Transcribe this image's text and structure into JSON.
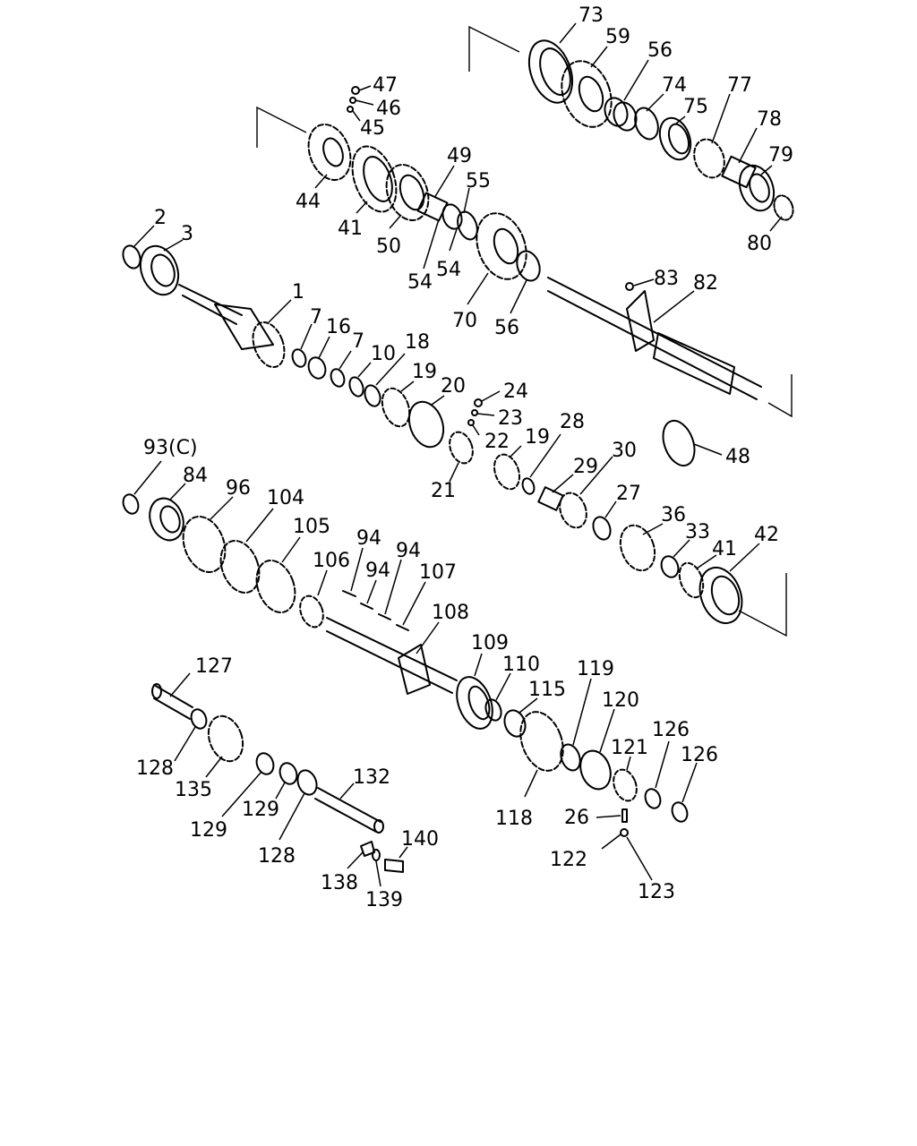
{
  "callouts": [
    {
      "id": "c73",
      "text": "73"
    },
    {
      "id": "c59",
      "text": "59"
    },
    {
      "id": "c56a",
      "text": "56"
    },
    {
      "id": "c74",
      "text": "74"
    },
    {
      "id": "c75",
      "text": "75"
    },
    {
      "id": "c77",
      "text": "77"
    },
    {
      "id": "c78",
      "text": "78"
    },
    {
      "id": "c79",
      "text": "79"
    },
    {
      "id": "c80",
      "text": "80"
    },
    {
      "id": "c47",
      "text": "47"
    },
    {
      "id": "c46",
      "text": "46"
    },
    {
      "id": "c45",
      "text": "45"
    },
    {
      "id": "c44",
      "text": "44"
    },
    {
      "id": "c41a",
      "text": "41"
    },
    {
      "id": "c50",
      "text": "50"
    },
    {
      "id": "c49",
      "text": "49"
    },
    {
      "id": "c55",
      "text": "55"
    },
    {
      "id": "c54a",
      "text": "54"
    },
    {
      "id": "c54b",
      "text": "54"
    },
    {
      "id": "c70",
      "text": "70"
    },
    {
      "id": "c56b",
      "text": "56"
    },
    {
      "id": "c2",
      "text": "2"
    },
    {
      "id": "c3",
      "text": "3"
    },
    {
      "id": "c1",
      "text": "1"
    },
    {
      "id": "c7a",
      "text": "7"
    },
    {
      "id": "c16",
      "text": "16"
    },
    {
      "id": "c7b",
      "text": "7"
    },
    {
      "id": "c10",
      "text": "10"
    },
    {
      "id": "c18",
      "text": "18"
    },
    {
      "id": "c19a",
      "text": "19"
    },
    {
      "id": "c20",
      "text": "20"
    },
    {
      "id": "c24",
      "text": "24"
    },
    {
      "id": "c23",
      "text": "23"
    },
    {
      "id": "c22",
      "text": "22"
    },
    {
      "id": "c21",
      "text": "21"
    },
    {
      "id": "c19b",
      "text": "19"
    },
    {
      "id": "c28",
      "text": "28"
    },
    {
      "id": "c29",
      "text": "29"
    },
    {
      "id": "c30",
      "text": "30"
    },
    {
      "id": "c27",
      "text": "27"
    },
    {
      "id": "c48",
      "text": "48"
    },
    {
      "id": "c83",
      "text": "83"
    },
    {
      "id": "c82",
      "text": "82"
    },
    {
      "id": "c93",
      "text": "93(C)"
    },
    {
      "id": "c84",
      "text": "84"
    },
    {
      "id": "c96",
      "text": "96"
    },
    {
      "id": "c104",
      "text": "104"
    },
    {
      "id": "c105",
      "text": "105"
    },
    {
      "id": "c106",
      "text": "106"
    },
    {
      "id": "c94a",
      "text": "94"
    },
    {
      "id": "c94b",
      "text": "94"
    },
    {
      "id": "c94c",
      "text": "94"
    },
    {
      "id": "c107",
      "text": "107"
    },
    {
      "id": "c108",
      "text": "108"
    },
    {
      "id": "c36",
      "text": "36"
    },
    {
      "id": "c33",
      "text": "33"
    },
    {
      "id": "c41b",
      "text": "41"
    },
    {
      "id": "c42",
      "text": "42"
    },
    {
      "id": "c109",
      "text": "109"
    },
    {
      "id": "c110",
      "text": "110"
    },
    {
      "id": "c115",
      "text": "115"
    },
    {
      "id": "c119",
      "text": "119"
    },
    {
      "id": "c120",
      "text": "120"
    },
    {
      "id": "c121",
      "text": "121"
    },
    {
      "id": "c126a",
      "text": "126"
    },
    {
      "id": "c126b",
      "text": "126"
    },
    {
      "id": "c118",
      "text": "118"
    },
    {
      "id": "c26",
      "text": "26"
    },
    {
      "id": "c122",
      "text": "122"
    },
    {
      "id": "c123",
      "text": "123"
    },
    {
      "id": "c127",
      "text": "127"
    },
    {
      "id": "c128a",
      "text": "128"
    },
    {
      "id": "c135",
      "text": "135"
    },
    {
      "id": "c129a",
      "text": "129"
    },
    {
      "id": "c129b",
      "text": "129"
    },
    {
      "id": "c128b",
      "text": "128"
    },
    {
      "id": "c132",
      "text": "132"
    },
    {
      "id": "c138",
      "text": "138"
    },
    {
      "id": "c139",
      "text": "139"
    },
    {
      "id": "c140",
      "text": "140"
    }
  ]
}
